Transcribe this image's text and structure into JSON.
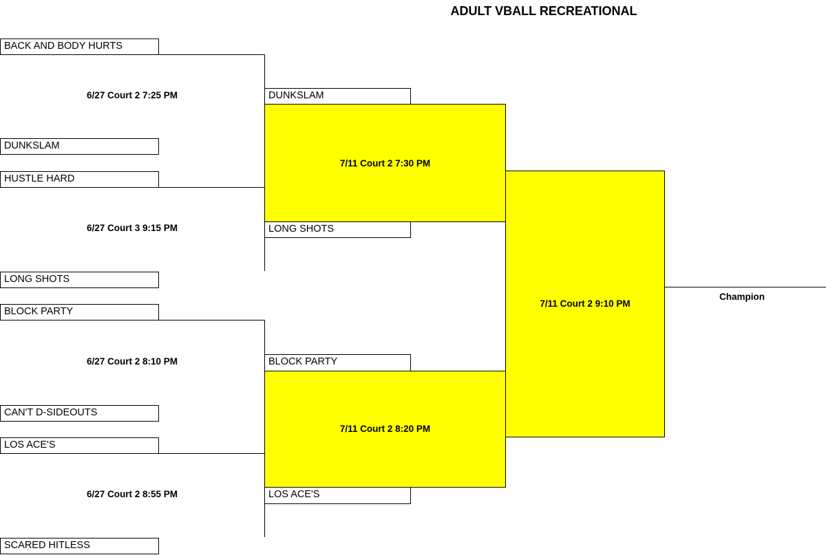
{
  "title": "ADULT VBALL RECREATIONAL",
  "colors": {
    "match_box_fill": "#ffff00",
    "lines": "#000000",
    "background": "#ffffff"
  },
  "round1": {
    "teams": [
      "BACK AND BODY HURTS",
      "DUNKSLAM",
      "HUSTLE HARD",
      "LONG SHOTS",
      "BLOCK PARTY",
      "CAN'T D-SIDEOUTS",
      "LOS ACE'S",
      "SCARED HITLESS"
    ],
    "games": [
      "6/27 Court 2 7:25 PM",
      "6/27 Court 3 9:15 PM",
      "6/27 Court 2 8:10 PM",
      "6/27 Court 2 8:55 PM"
    ]
  },
  "round2": {
    "teams": [
      "DUNKSLAM",
      "LONG SHOTS",
      "BLOCK PARTY",
      "LOS ACE'S"
    ],
    "games": [
      "7/11 Court 2 7:30 PM",
      "7/11 Court 2 8:20 PM"
    ]
  },
  "final": {
    "game": "7/11 Court 2 9:10 PM",
    "champion_label": "Champion"
  }
}
